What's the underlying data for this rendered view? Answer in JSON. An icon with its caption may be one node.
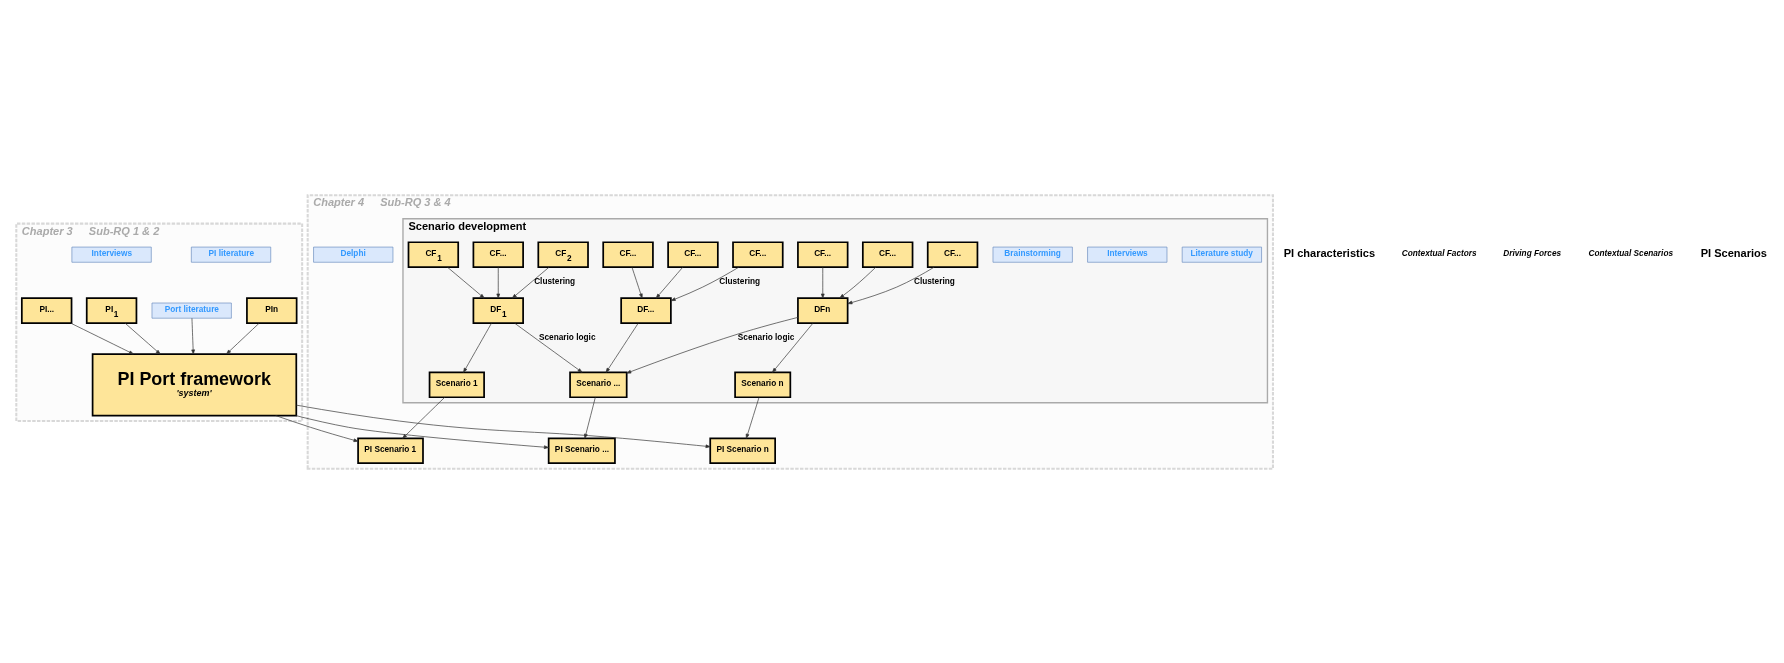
{
  "diagram": {
    "nodes": [
      {
        "text": [
          "Chapter 3",
          "Sub-RQ 1 & 2"
        ]
      },
      {
        "text": [
          "Chapter 4",
          "Sub-RQ 3 & 4"
        ]
      },
      {
        "text": [
          "Scenario development"
        ],
        "in": 1
      },
      {
        "text": [
          "PI literature"
        ],
        "in": 0
      },
      {
        "text": [
          "Interviews"
        ],
        "in": 0
      },
      {
        "text": [
          "PI$_{1}$"
        ],
        "in": 0
      },
      {
        "text": [
          "PI..."
        ],
        "in": 0
      },
      {
        "text": [
          "PIn"
        ],
        "in": 0
      },
      {
        "text": [
          "Port literature"
        ],
        "in": 0
      },
      {
        "text": [
          "PI Port framework",
          "'system'"
        ],
        "in": 0
      },
      {
        "text": [
          "Literature study"
        ],
        "in": 2
      },
      {
        "text": [
          "Interviews"
        ],
        "in": 2
      },
      {
        "text": [
          "Brainstorming"
        ],
        "in": 2
      },
      {
        "text": [
          "CF$_{1}$"
        ],
        "in": 2
      },
      {
        "text": [
          "CF$_{2}$"
        ],
        "in": 2
      },
      {
        "text": [
          "CF..."
        ],
        "in": 2
      },
      {
        "text": [
          "CF..."
        ],
        "in": 2
      },
      {
        "text": [
          "CF..."
        ],
        "in": 2
      },
      {
        "text": [
          "CF..."
        ],
        "in": 2
      },
      {
        "text": [
          "CF..."
        ],
        "in": 2
      },
      {
        "text": [
          "CF..."
        ],
        "in": 2
      },
      {
        "text": [
          "CF..."
        ],
        "in": 2
      },
      {
        "text": [
          "DF$_{1}$"
        ],
        "in": 2
      },
      {
        "text": [
          "DF..."
        ],
        "in": 2
      },
      {
        "text": [
          "DFn"
        ],
        "in": 2
      },
      {
        "text": [
          "Scenario 1"
        ],
        "in": 2
      },
      {
        "text": [
          "Scenario ..."
        ],
        "in": 2
      },
      {
        "text": [
          "Scenario n"
        ],
        "in": 2
      },
      {
        "text": [
          "Delphi"
        ],
        "in": 1
      },
      {
        "text": [
          "PI Scenario 1"
        ],
        "in": 1
      },
      {
        "text": [
          "PI Scenario ..."
        ],
        "in": 1
      },
      {
        "text": [
          "PI Scenario n"
        ],
        "in": 1
      }
    ],
    "edges": [
      {
        "from": 5,
        "to": 9,
        "arrow": "to"
      },
      {
        "from": 6,
        "to": 9,
        "arrow": "to"
      },
      {
        "from": 7,
        "to": 9,
        "arrow": "to"
      },
      {
        "from": 8,
        "to": 9,
        "arrow": "to"
      },
      {
        "from": 13,
        "to": 22,
        "arrow": "to"
      },
      {
        "from": 14,
        "to": 22,
        "arrow": "to",
        "label": "Clustering"
      },
      {
        "from": 15,
        "to": 22,
        "arrow": "to"
      },
      {
        "from": 16,
        "to": 23,
        "arrow": "to"
      },
      {
        "from": 17,
        "to": 23,
        "arrow": "to",
        "label": "Clustering"
      },
      {
        "from": 18,
        "to": 23,
        "arrow": "to"
      },
      {
        "from": 19,
        "to": 24,
        "arrow": "to"
      },
      {
        "from": 20,
        "to": 24,
        "arrow": "to",
        "label": "Clustering"
      },
      {
        "from": 21,
        "to": 24,
        "arrow": "to"
      },
      {
        "from": 22,
        "to": 25,
        "arrow": "to"
      },
      {
        "from": 22,
        "to": 26,
        "arrow": "to",
        "label": "Scenario logic"
      },
      {
        "from": 23,
        "to": 26,
        "arrow": "to"
      },
      {
        "from": 24,
        "to": 26,
        "arrow": "to",
        "label": "Scenario logic"
      },
      {
        "from": 24,
        "to": 27,
        "arrow": "to"
      },
      {
        "from": 9,
        "to": 29,
        "arrow": "to"
      },
      {
        "from": 9,
        "to": 30,
        "arrow": "to"
      },
      {
        "from": 9,
        "to": 31,
        "arrow": "to"
      },
      {
        "from": 25,
        "to": 29,
        "arrow": "to"
      },
      {
        "from": 26,
        "to": 30,
        "arrow": "to"
      },
      {
        "from": 27,
        "to": 31,
        "arrow": "to"
      }
    ],
    "labels": [
      "PI characteristics",
      "Contextual Factors",
      "Driving Forces",
      "Contextual Scenarios",
      "PI Scenarios"
    ]
  }
}
